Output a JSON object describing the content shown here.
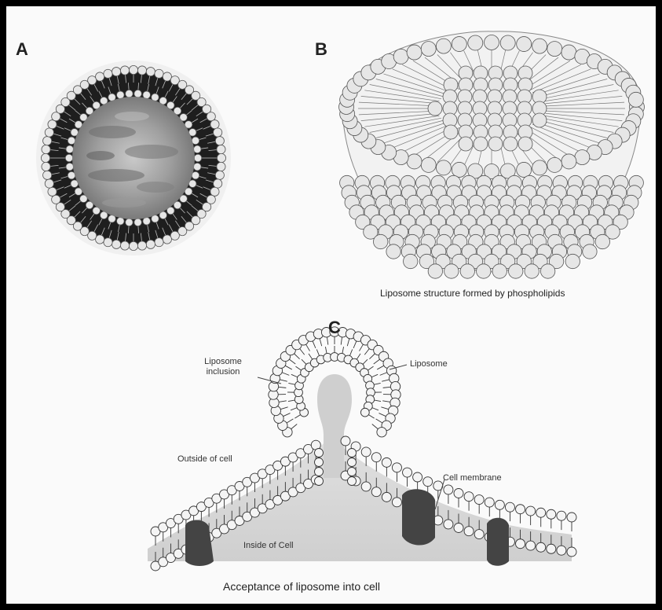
{
  "panels": {
    "a": {
      "letter": "A"
    },
    "b": {
      "letter": "B",
      "caption": "Liposome structure formed by phospholipids"
    },
    "c": {
      "letter": "C",
      "caption": "Acceptance of liposome into cell",
      "labels": {
        "liposome_inclusion": "Liposome inclusion",
        "liposome": "Liposome",
        "outside_of_cell": "Outside of cell",
        "cell_membrane": "Cell membrane",
        "inside_of_cell": "Inside of Cell"
      }
    }
  },
  "colors": {
    "background": "#000000",
    "figure_background": "#fafafa",
    "lipid_head": "#e6e6e6",
    "lipid_head_stroke": "#555555",
    "dark_ring": "#1e1e1e",
    "core": "#a8a8a8",
    "cell_interior": "#d4d4d4",
    "protein": "#444444"
  }
}
